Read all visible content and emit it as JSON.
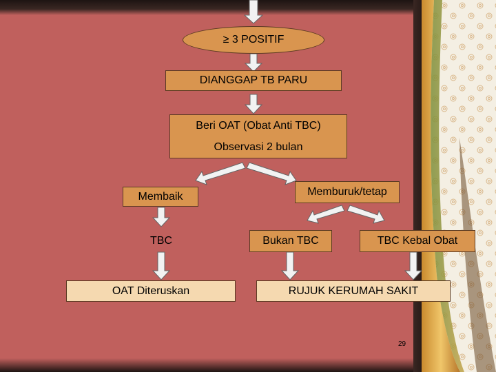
{
  "flow": {
    "oval": "≥ 3 POSITIF",
    "diagnosis": "DIANGGAP TB PARU",
    "treatment_line1": "Beri OAT (Obat Anti TBC)",
    "treatment_line2": "Observasi 2 bulan",
    "improving": "Membaik",
    "worsening": "Memburuk/tetap",
    "tbc": "TBC",
    "not_tbc": "Bukan TBC",
    "resistant": "TBC Kebal Obat",
    "continue_oat": "OAT Diteruskan",
    "refer_hospital": "RUJUK KERUMAH SAKIT"
  },
  "page_number": "29",
  "colors": {
    "background": "#c0605d",
    "box": "#d9954f",
    "box_light": "#f5d9b0",
    "arrow": "#f2f2f2",
    "decor": "#e8b45a"
  }
}
